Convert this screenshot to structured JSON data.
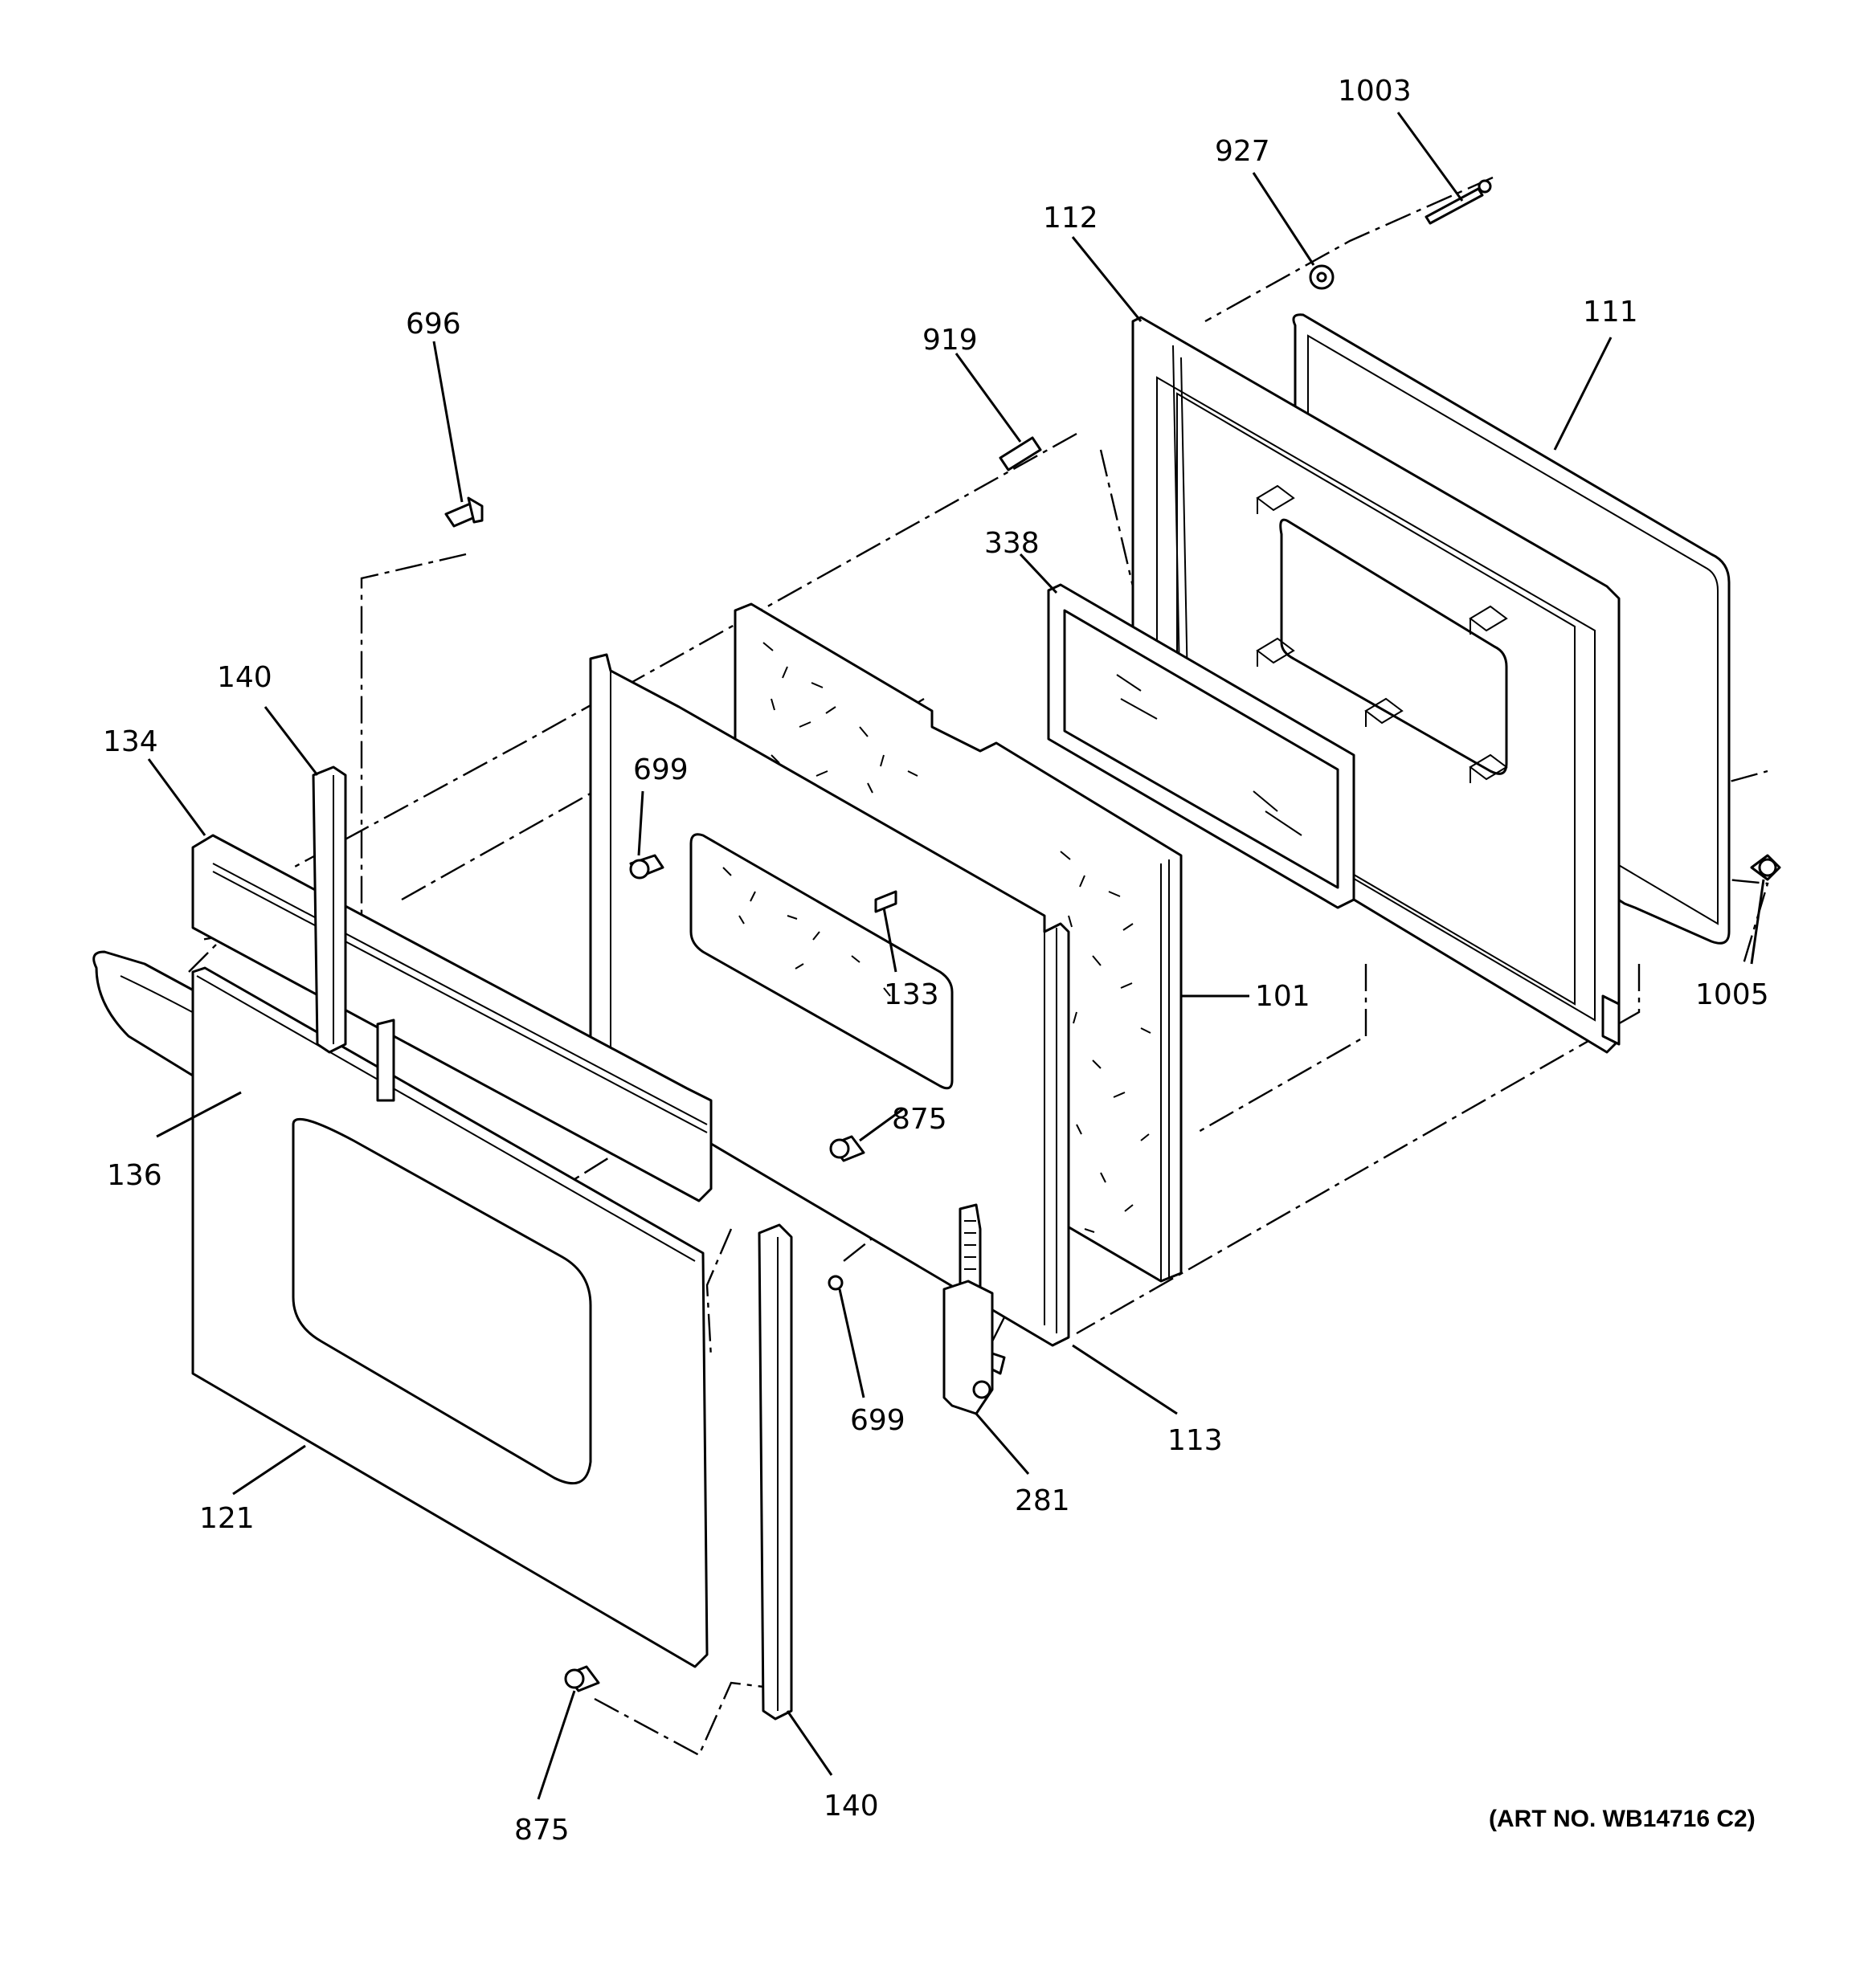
{
  "diagram": {
    "art_number": "(ART NO. WB14716 C2)",
    "callouts": {
      "p1003": "1003",
      "p927": "927",
      "p112": "112",
      "p111": "111",
      "p919": "919",
      "p696": "696",
      "p338": "338",
      "p140_top": "140",
      "p134": "134",
      "p699_top": "699",
      "p133": "133",
      "p101": "101",
      "p1005": "1005",
      "p136": "136",
      "p875_mid": "875",
      "p121": "121",
      "p699_bottom": "699",
      "p281": "281",
      "p113": "113",
      "p875_bottom": "875",
      "p140_bottom": "140"
    }
  }
}
